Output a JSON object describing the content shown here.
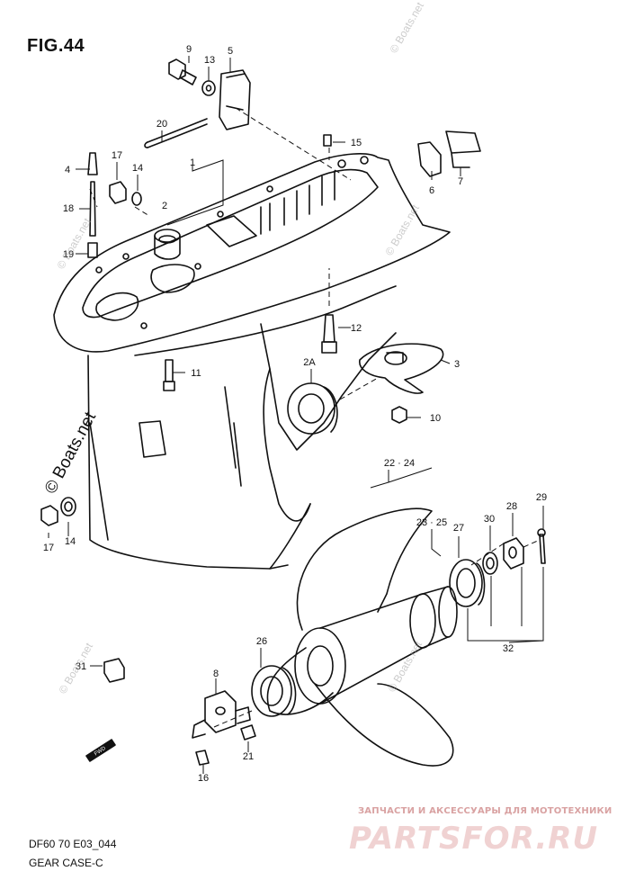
{
  "figure": {
    "title": "FIG.44",
    "code": "DF60 70 E03_044",
    "caption": "GEAR CASE-C"
  },
  "watermarks": {
    "small": "© Boats.net",
    "large": "© Boats.net",
    "store_line": "ЗАПЧАСТИ И АКСЕССУАРЫ ДЛЯ МОТОТЕХНИКИ",
    "store_logo": "PARTSFOR.RU"
  },
  "callouts": [
    {
      "id": "c9",
      "text": "9"
    },
    {
      "id": "c13",
      "text": "13"
    },
    {
      "id": "c5",
      "text": "5"
    },
    {
      "id": "c20",
      "text": "20"
    },
    {
      "id": "c15",
      "text": "15"
    },
    {
      "id": "c4",
      "text": "4"
    },
    {
      "id": "c17a",
      "text": "17"
    },
    {
      "id": "c14a",
      "text": "14"
    },
    {
      "id": "c1",
      "text": "1"
    },
    {
      "id": "c2",
      "text": "2"
    },
    {
      "id": "c18",
      "text": "18"
    },
    {
      "id": "c19",
      "text": "19"
    },
    {
      "id": "c6",
      "text": "6"
    },
    {
      "id": "c7",
      "text": "7"
    },
    {
      "id": "c12",
      "text": "12"
    },
    {
      "id": "c3",
      "text": "3"
    },
    {
      "id": "c11",
      "text": "11"
    },
    {
      "id": "c2a",
      "text": "2A"
    },
    {
      "id": "c10",
      "text": "10"
    },
    {
      "id": "c22",
      "text": "22 · 24"
    },
    {
      "id": "c23",
      "text": "23 · 25"
    },
    {
      "id": "c27",
      "text": "27"
    },
    {
      "id": "c30",
      "text": "30"
    },
    {
      "id": "c28",
      "text": "28"
    },
    {
      "id": "c29",
      "text": "29"
    },
    {
      "id": "c17b",
      "text": "17"
    },
    {
      "id": "c14b",
      "text": "14"
    },
    {
      "id": "c32",
      "text": "32"
    },
    {
      "id": "c26",
      "text": "26"
    },
    {
      "id": "c31",
      "text": "31"
    },
    {
      "id": "c8",
      "text": "8"
    },
    {
      "id": "c21",
      "text": "21"
    },
    {
      "id": "c16",
      "text": "16"
    }
  ],
  "fwd_label": "FWD"
}
